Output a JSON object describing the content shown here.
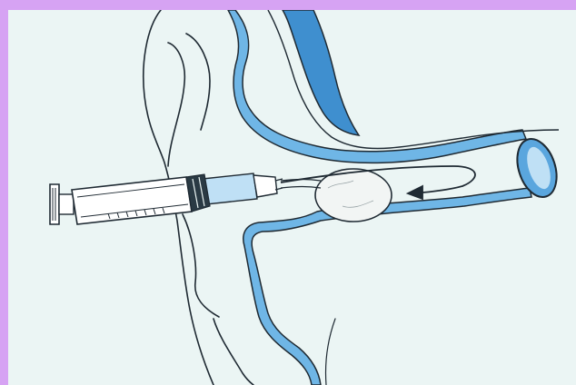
{
  "diagram": {
    "subject": "",
    "parts": [
      {
        "name": "ear-pinna"
      },
      {
        "name": "ear-canal"
      },
      {
        "name": "syringe"
      },
      {
        "name": "earwax-plug"
      },
      {
        "name": "flow-arrow"
      },
      {
        "name": "eardrum"
      }
    ]
  },
  "colors": {
    "frame": "#d6a3f3",
    "background": "#ebf5f4",
    "canal_wall": "#6fb6e6",
    "canal_wall_dark": "#3f8fcf",
    "outline": "#1f2a33",
    "syringe_glass": "#ffffff",
    "syringe_fluid": "#bfe0f5",
    "wax_plug": "#f2f5f4"
  }
}
